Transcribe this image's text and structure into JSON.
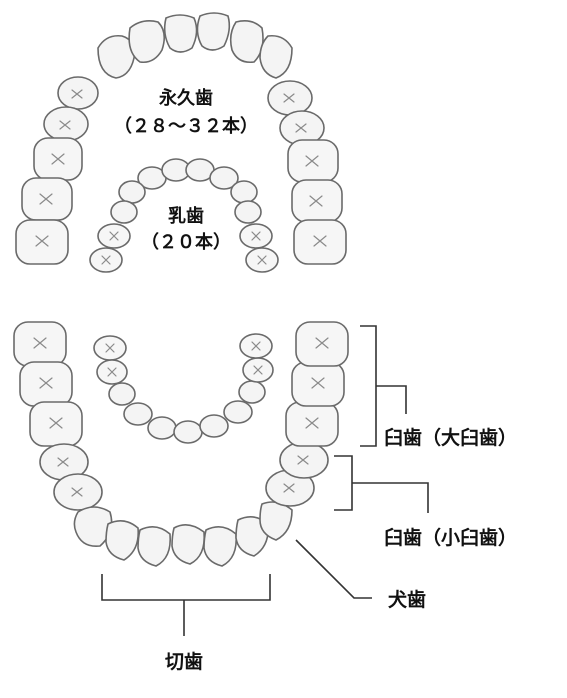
{
  "upper_diagram": {
    "permanent_label": "永久歯",
    "permanent_count": "（２８～３２本）",
    "primary_label": "乳歯",
    "primary_count": "（２０本）"
  },
  "lower_diagram": {
    "label_large_molar": "臼歯（大臼歯）",
    "label_small_molar": "臼歯（小臼歯）",
    "label_canine": "犬歯",
    "label_incisor": "切歯"
  }
}
